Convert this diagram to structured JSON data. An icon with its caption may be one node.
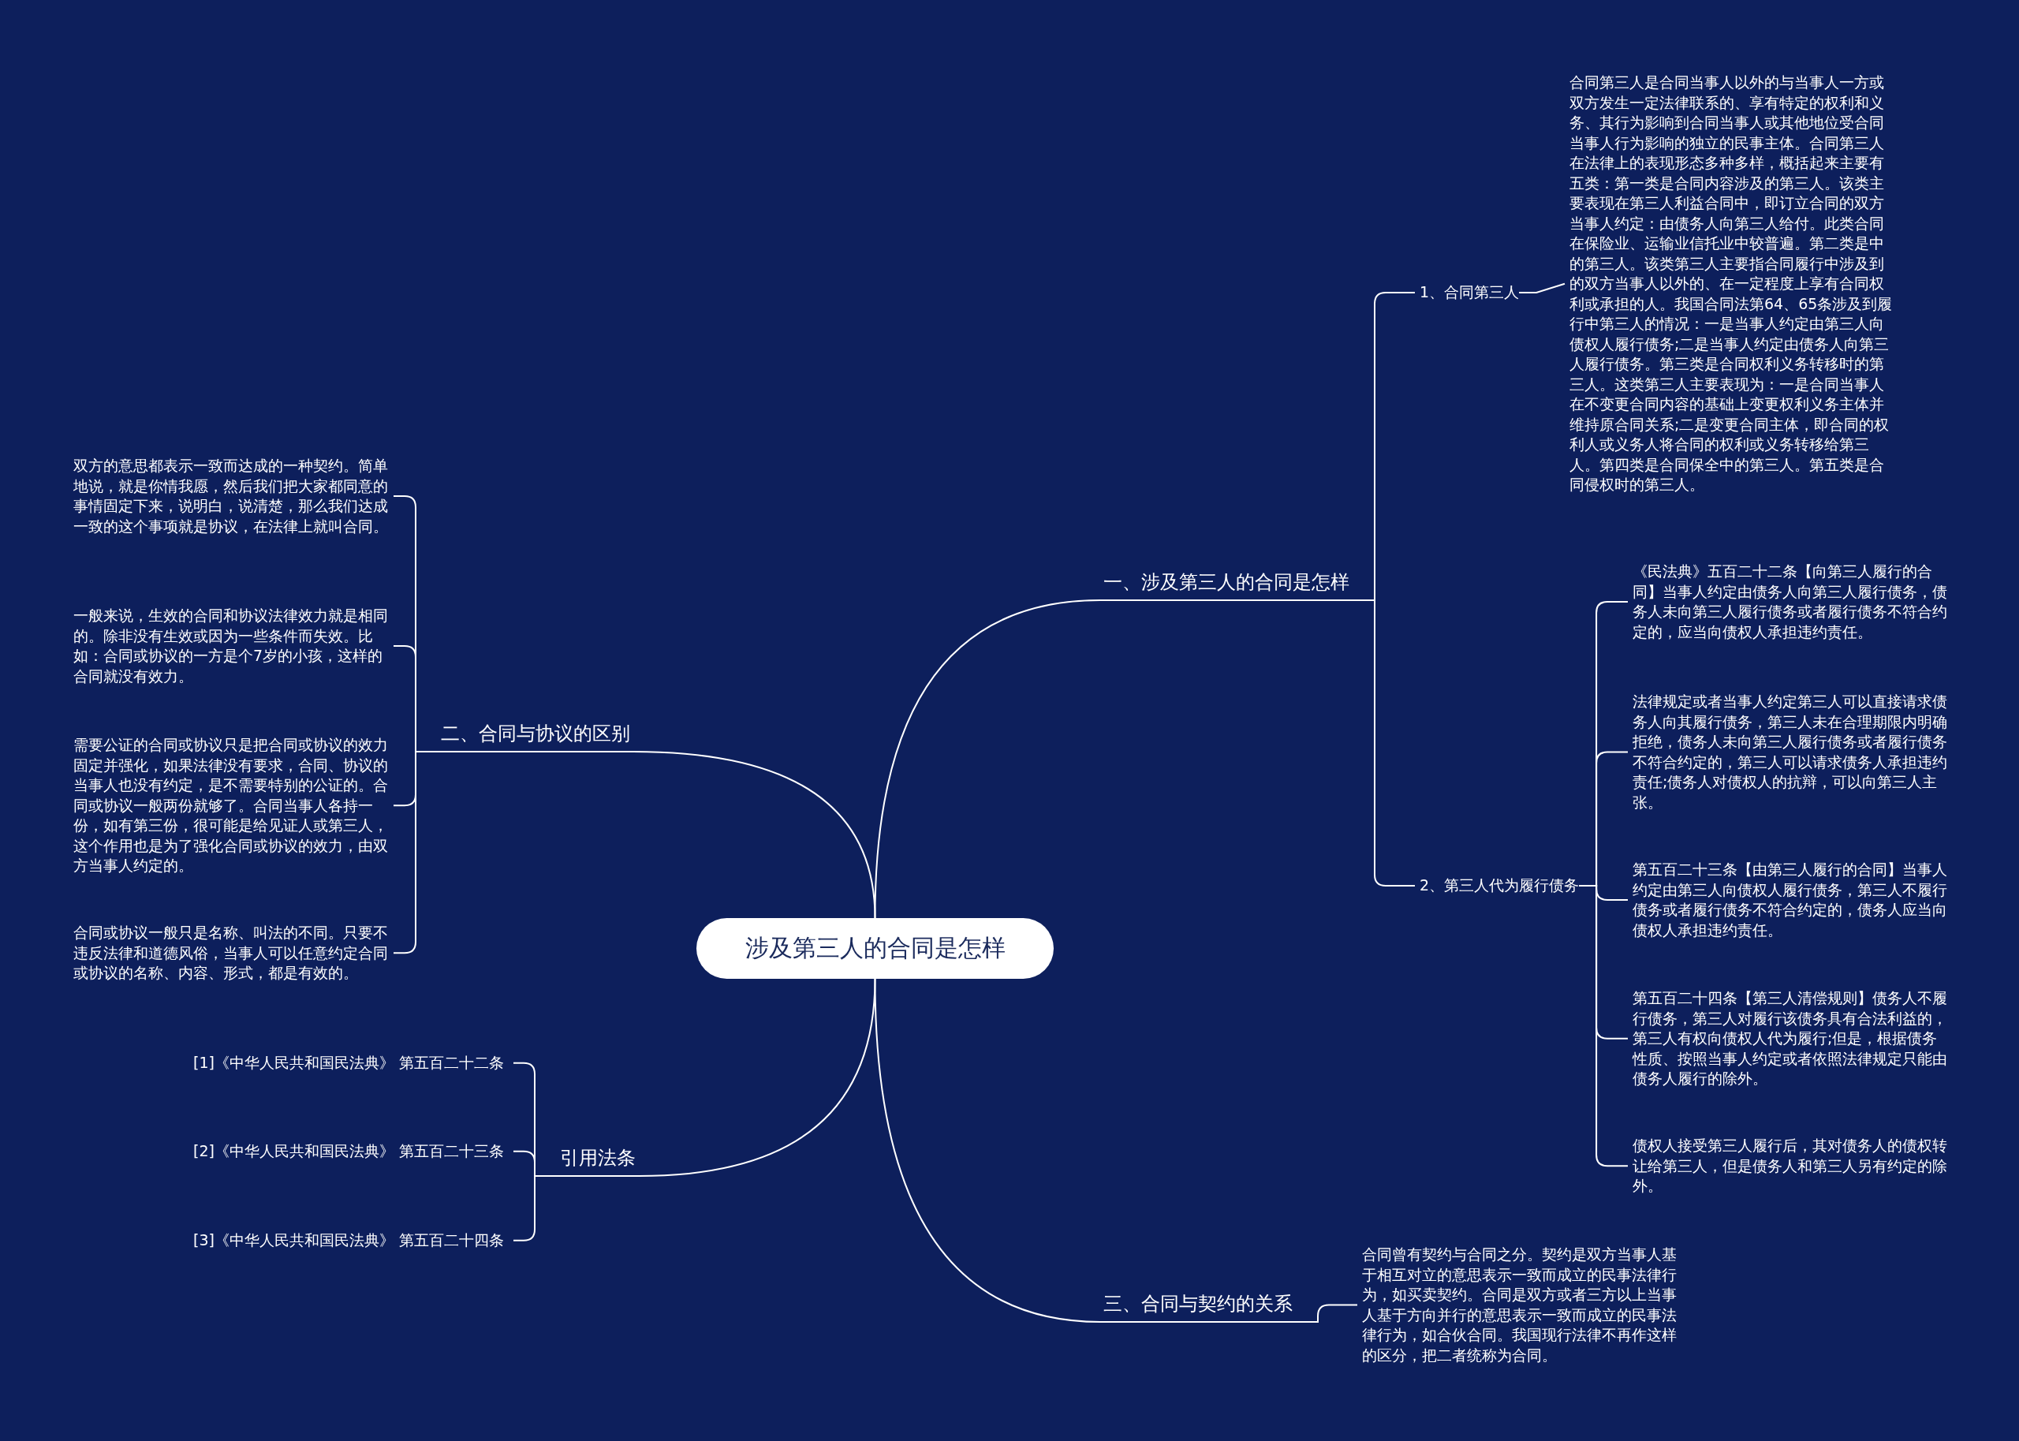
{
  "diagram": {
    "nodes": [
      {
        "text": [
          "涉及第三人的合同是怎样"
        ]
      },
      {
        "text": [
          "一、涉及第三人的合同是怎样"
        ]
      },
      {
        "text": [
          "1、合同第三人"
        ]
      },
      {
        "text": [
          "合同第三人是合同当事人以外的与当事人一方或双方发生一定法律联系的、享有特定的权利和义务、其行为影响到合同当事人或其他地位受合同当事人行为影响的独立的民事主体。合同第三人在法律上的表现形态多种多样，概括起来主要有五类：第一类是合同内容涉及的第三人。该类主要表现在第三人利益合同中，即订立合同的双方当事人约定：由债务人向第三人给付。此类合同在保险业、运输业信托业中较普遍。第二类是中的第三人。该类第三人主要指合同履行中涉及到的双方当事人以外的、在一定程度上享有合同权利或承担的人。我国合同法第64、65条涉及到履行中第三人的情况：一是当事人约定由第三人向债权人履行债务;二是当事人约定由债务人向第三人履行债务。第三类是合同权利义务转移时的第三人。这类第三人主要表现为：一是合同当事人在不变更合同内容的基础上变更权利义务主体并维持原合同关系;二是变更合同主体，即合同的权利人或义务人将合同的权利或义务转移给第三人。第四类是合同保全中的第三人。第五类是合同侵权时的第三人。"
        ]
      },
      {
        "text": [
          "2、第三人代为履行债务"
        ]
      },
      {
        "text": [
          "《民法典》五百二十二条【向第三人履行的合同】当事人约定由债务人向第三人履行债务，债务人未向第三人履行债务或者履行债务不符合约定的，应当向债权人承担违约责任。"
        ]
      },
      {
        "text": [
          "法律规定或者当事人约定第三人可以直接请求债务人向其履行债务，第三人未在合理期限内明确拒绝，债务人未向第三人履行债务或者履行债务不符合约定的，第三人可以请求债务人承担违约责任;债务人对债权人的抗辩，可以向第三人主张。"
        ]
      },
      {
        "text": [
          "第五百二十三条【由第三人履行的合同】当事人约定由第三人向债权人履行债务，第三人不履行债务或者履行债务不符合约定的，债务人应当向债权人承担违约责任。"
        ]
      },
      {
        "text": [
          "第五百二十四条【第三人清偿规则】债务人不履行债务，第三人对履行该债务具有合法利益的，第三人有权向债权人代为履行;但是，根据债务性质、按照当事人约定或者依照法律规定只能由债务人履行的除外。"
        ]
      },
      {
        "text": [
          "债权人接受第三人履行后，其对债务人的债权转让给第三人，但是债务人和第三人另有约定的除外。"
        ]
      },
      {
        "text": [
          "三、合同与契约的关系"
        ]
      },
      {
        "text": [
          "合同曾有契约与合同之分。契约是双方当事人基于相互对立的意思表示一致而成立的民事法律行为，如买卖契约。合同是双方或者三方以上当事人基于方向并行的意思表示一致而成立的民事法律行为，如合伙合同。我国现行法律不再作这样的区分，把二者统称为合同。"
        ]
      },
      {
        "text": [
          "二、合同与协议的区别"
        ]
      },
      {
        "text": [
          "双方的意思都表示一致而达成的一种契约。简单地说，就是你情我愿，然后我们把大家都同意的事情固定下来，说明白，说清楚，那么我们达成一致的这个事项就是协议，在法律上就叫合同。"
        ]
      },
      {
        "text": [
          "一般来说，生效的合同和协议法律效力就是相同的。除非没有生效或因为一些条件而失效。比如：合同或协议的一方是个7岁的小孩，这样的合同就没有效力。"
        ]
      },
      {
        "text": [
          "需要公证的合同或协议只是把合同或协议的效力固定并强化，如果法律没有要求，合同、协议的当事人也没有约定，是不需要特别的公证的。合同或协议一般两份就够了。合同当事人各持一份，如有第三份，很可能是给见证人或第三人，这个作用也是为了强化合同或协议的效力，由双方当事人约定的。"
        ]
      },
      {
        "text": [
          "合同或协议一般只是名称、叫法的不同。只要不违反法律和道德风俗，当事人可以任意约定合同或协议的名称、内容、形式，都是有效的。"
        ]
      },
      {
        "text": [
          "引用法条"
        ]
      },
      {
        "text": [
          "[1]《中华人民共和国民法典》 第五百二十二条"
        ]
      },
      {
        "text": [
          "[2]《中华人民共和国民法典》 第五百二十三条"
        ]
      },
      {
        "text": [
          "[3]《中华人民共和国民法典》 第五百二十四条"
        ]
      }
    ],
    "edges": [
      {
        "from": 0,
        "to": 1,
        "arrow": "none"
      },
      {
        "from": 0,
        "to": 12,
        "arrow": "none"
      },
      {
        "from": 0,
        "to": 17,
        "arrow": "none"
      },
      {
        "from": 0,
        "to": 10,
        "arrow": "none"
      },
      {
        "from": 1,
        "to": 2,
        "arrow": "none"
      },
      {
        "from": 1,
        "to": 4,
        "arrow": "none"
      },
      {
        "from": 2,
        "to": 3,
        "arrow": "none"
      },
      {
        "from": 4,
        "to": 5,
        "arrow": "none"
      },
      {
        "from": 4,
        "to": 6,
        "arrow": "none"
      },
      {
        "from": 4,
        "to": 7,
        "arrow": "none"
      },
      {
        "from": 4,
        "to": 8,
        "arrow": "none"
      },
      {
        "from": 4,
        "to": 9,
        "arrow": "none"
      },
      {
        "from": 10,
        "to": 11,
        "arrow": "none"
      },
      {
        "from": 12,
        "to": 13,
        "arrow": "none"
      },
      {
        "from": 12,
        "to": 14,
        "arrow": "none"
      },
      {
        "from": 12,
        "to": 15,
        "arrow": "none"
      },
      {
        "from": 12,
        "to": 16,
        "arrow": "none"
      },
      {
        "from": 17,
        "to": 18,
        "arrow": "none"
      },
      {
        "from": 17,
        "to": 19,
        "arrow": "none"
      },
      {
        "from": 17,
        "to": 20,
        "arrow": "none"
      }
    ]
  }
}
